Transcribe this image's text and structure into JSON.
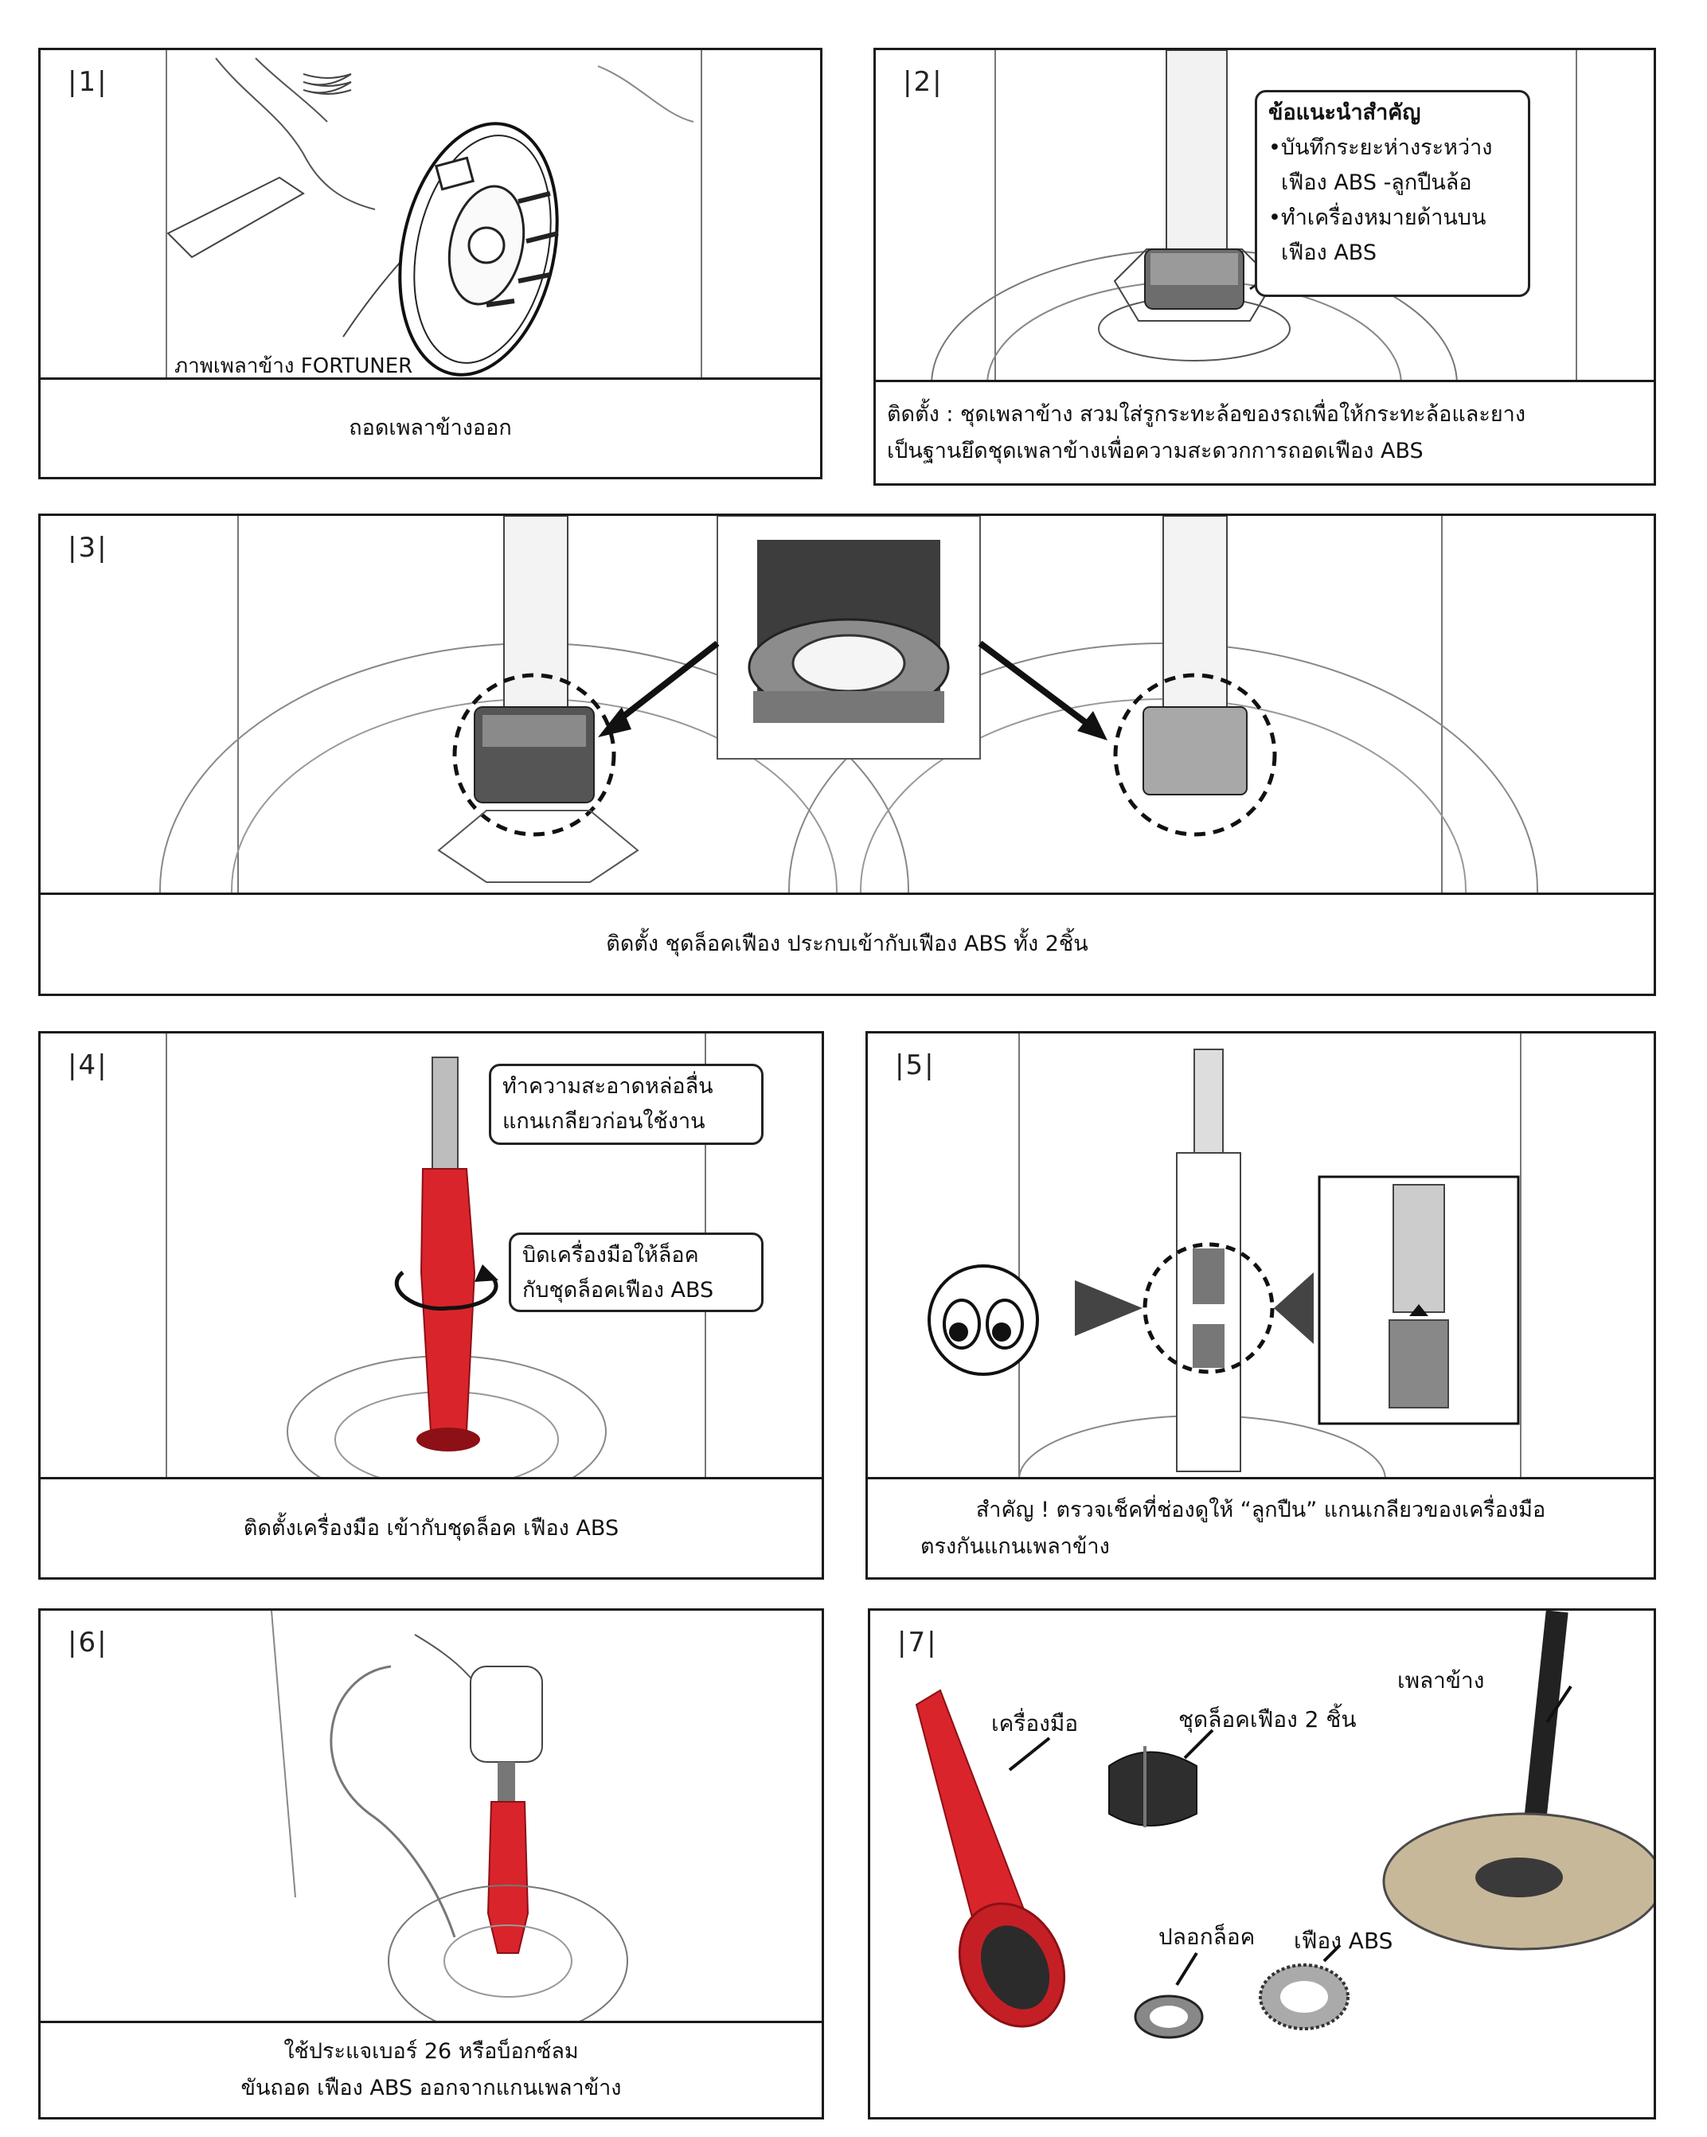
{
  "steps": [
    {
      "num": "|1|",
      "art_label": "ภาพเพลาข้าง FORTUNER",
      "caption": [
        "ถอดเพลาข้างออก"
      ]
    },
    {
      "num": "|2|",
      "note_title": "ข้อแนะนำสำคัญ",
      "note_lines": [
        "•บันทึกระยะห่างระหว่าง",
        "เฟือง ABS -ลูกปืนล้อ",
        "•ทำเครื่องหมายด้านบน",
        "เฟือง ABS"
      ],
      "caption": [
        "ติดตั้ง : ชุดเพลาข้าง สวมใส่รูกระทะล้อของรถเพื่อให้กระทะล้อและยาง",
        "เป็นฐานยึดชุดเพลาข้างเพื่อความสะดวกการถอดเฟือง ABS"
      ]
    },
    {
      "num": "|3|",
      "caption": [
        "ติดตั้ง ชุดล็อคเฟือง ประกบเข้ากับเฟือง ABS ทั้ง 2ชิ้น"
      ]
    },
    {
      "num": "|4|",
      "callout1": [
        "ทำความสะอาดหล่อลื่น",
        "แกนเกลียวก่อนใช้งาน"
      ],
      "callout2": [
        "บิดเครื่องมือให้ล็อค",
        "กับชุดล็อคเฟือง ABS"
      ],
      "caption": [
        "ติดตั้งเครื่องมือ  เข้ากับชุดล็อค เฟือง ABS"
      ]
    },
    {
      "num": "|5|",
      "caption": [
        "สำคัญ ! ตรวจเช็คที่ช่องดูให้ “ลูกปืน” แกนเกลียวของเครื่องมือ",
        "ตรงกันแกนเพลาข้าง"
      ]
    },
    {
      "num": "|6|",
      "caption": [
        "ใช้ประแจเบอร์ 26 หรือบ็อกซ์ลม",
        "ขันถอด เฟือง ABS ออกจากแกนเพลาข้าง"
      ]
    },
    {
      "num": "|7|",
      "labels": {
        "tool": "เครื่องมือ",
        "lockset": "ชุดล็อคเฟือง 2 ชิ้น",
        "shaft": "เพลาข้าง",
        "sleeve": "ปลอกล็อค",
        "gear": "เฟือง ABS"
      }
    }
  ],
  "colors": {
    "tool_red": "#d9242b",
    "tool_dark": "#8c1015",
    "frame": "#1a1a1a",
    "steel": "#9a9a9a"
  }
}
